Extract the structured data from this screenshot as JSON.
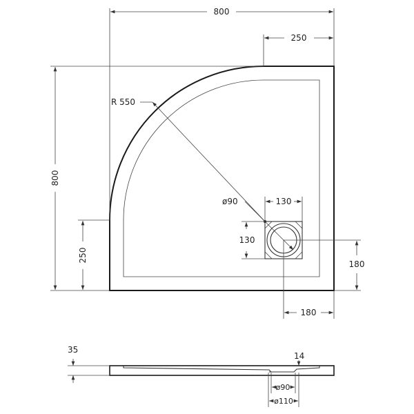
{
  "plan_view": {
    "width_label": "800",
    "depth_label": "800",
    "top_straight_label": "250",
    "left_straight_label": "250",
    "radius_label": "R 550",
    "drain_diameter_label": "ø90",
    "drain_box_width_label": "130",
    "drain_box_height_label": "130",
    "drain_offset_y_label": "180",
    "drain_offset_x_label": "180"
  },
  "side_view": {
    "height_label": "35",
    "recess_label": "14",
    "inner_diameter_label": "ø90",
    "outer_diameter_label": "ø110"
  }
}
